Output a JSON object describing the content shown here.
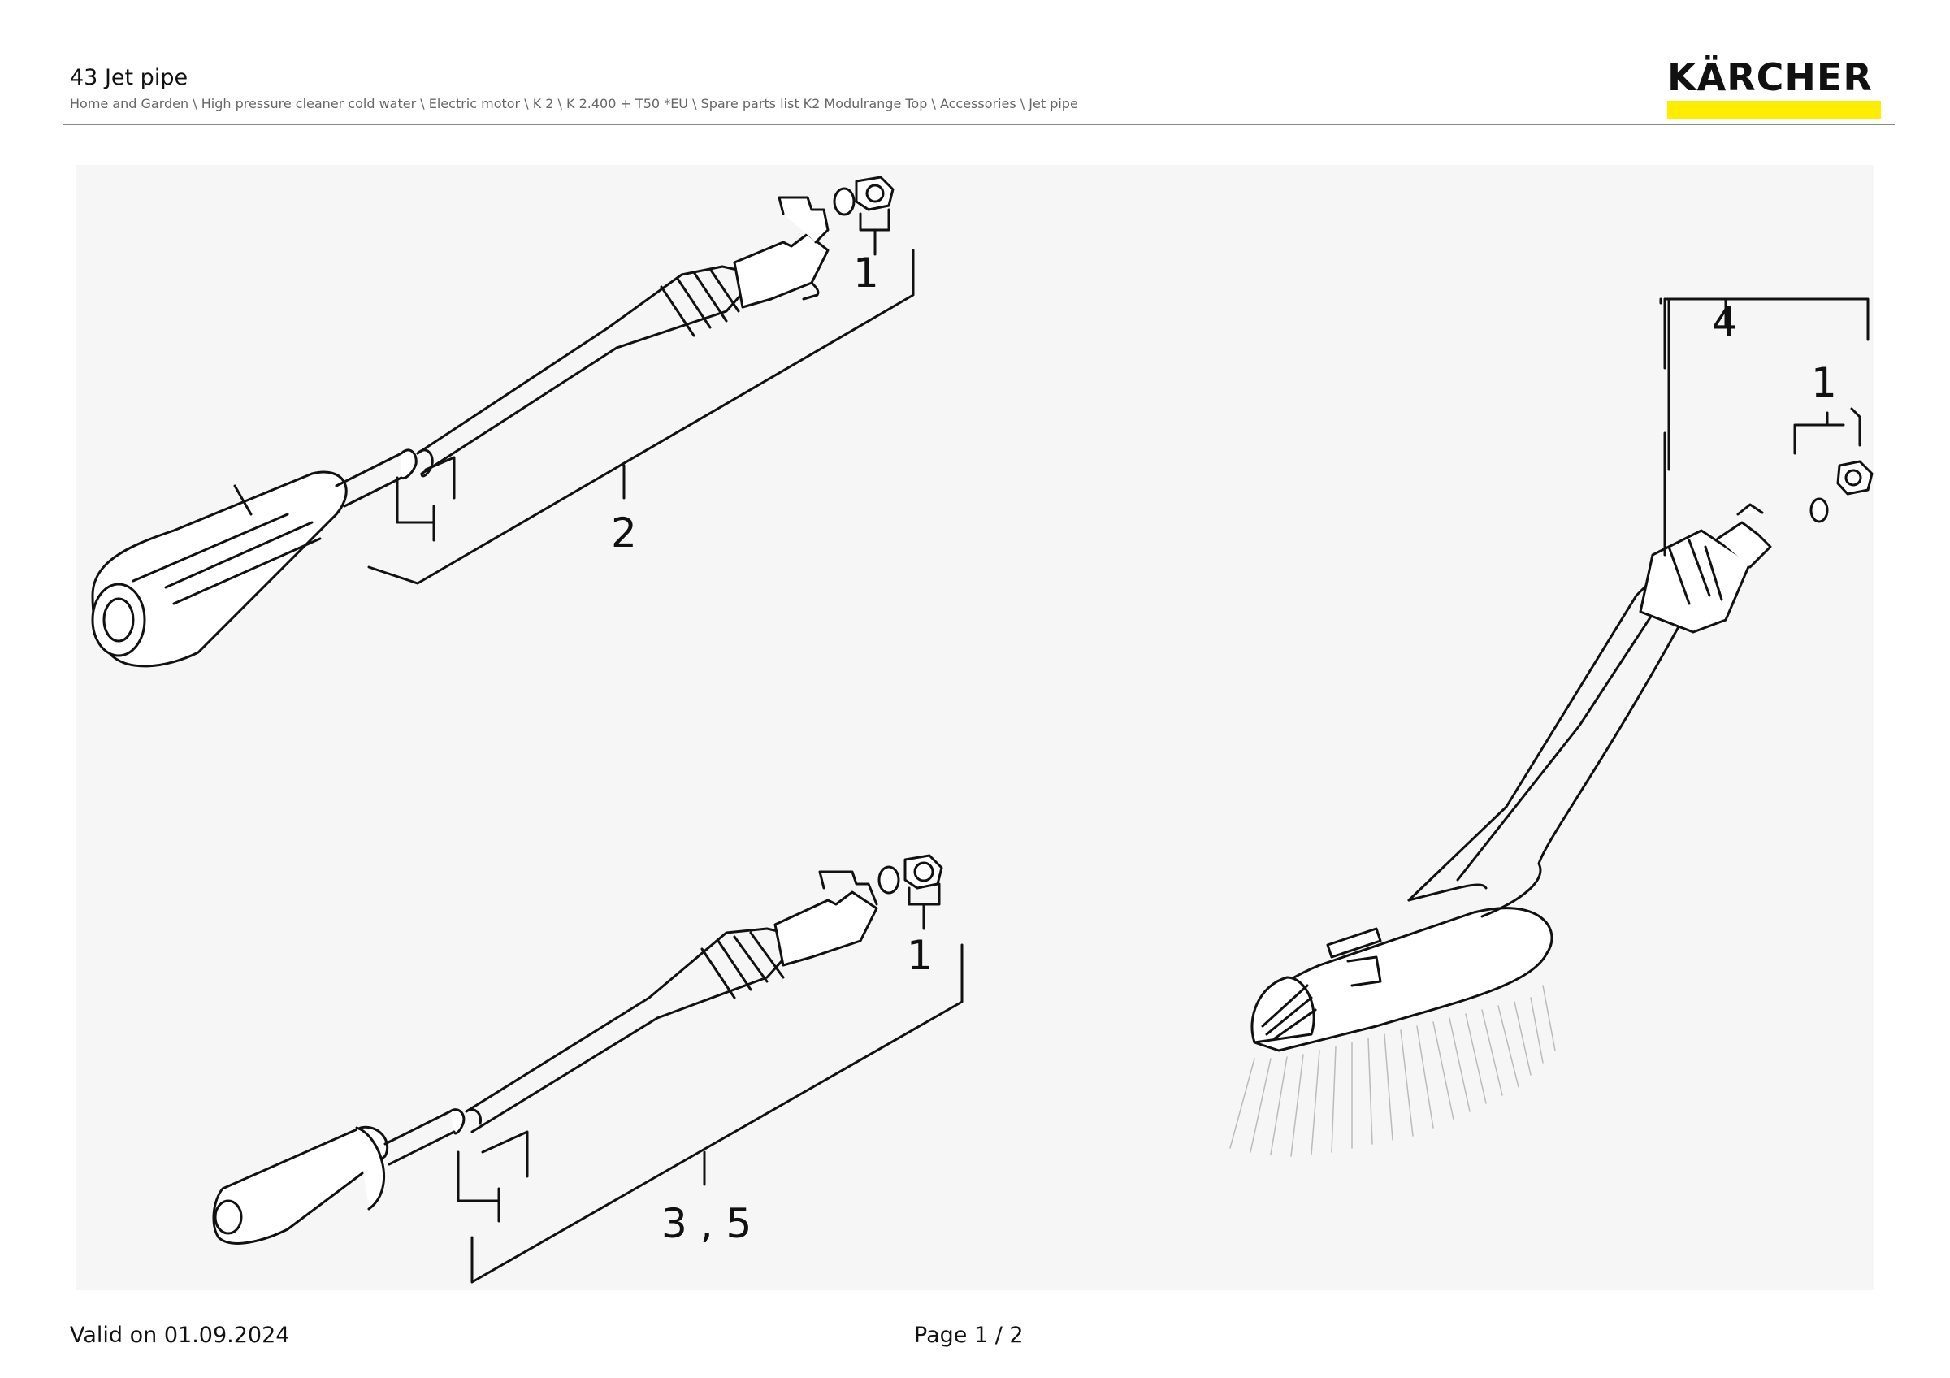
{
  "header": {
    "title": "43 Jet pipe",
    "breadcrumb": "Home and Garden \\ High pressure cleaner cold water \\ Electric motor \\ K 2 \\ K 2.400 + T50 *EU \\ Spare parts list K2 Modulrange Top \\ Accessories \\ Jet pipe",
    "logo_text": "KÄRCHER"
  },
  "drawing": {
    "callouts": {
      "top_lance_nozzle": "1",
      "top_lance": "2",
      "bottom_lance_nozzle": "1",
      "bottom_lance": "3 , 5",
      "brush": "4",
      "brush_nozzle": "1"
    }
  },
  "footer": {
    "valid_on": "Valid on 01.09.2024",
    "page": "Page 1 / 2"
  },
  "colors": {
    "brand_yellow": "#ffed00",
    "rule": "#888888"
  }
}
